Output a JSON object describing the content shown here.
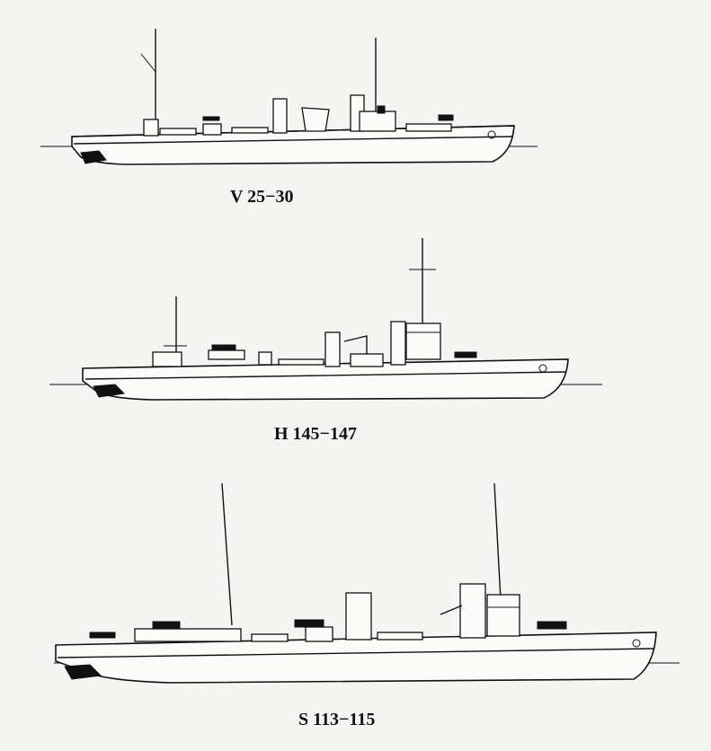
{
  "ships": [
    {
      "caption": "V 25−30"
    },
    {
      "caption": "H 145−147"
    },
    {
      "caption": "S 113−115"
    }
  ]
}
